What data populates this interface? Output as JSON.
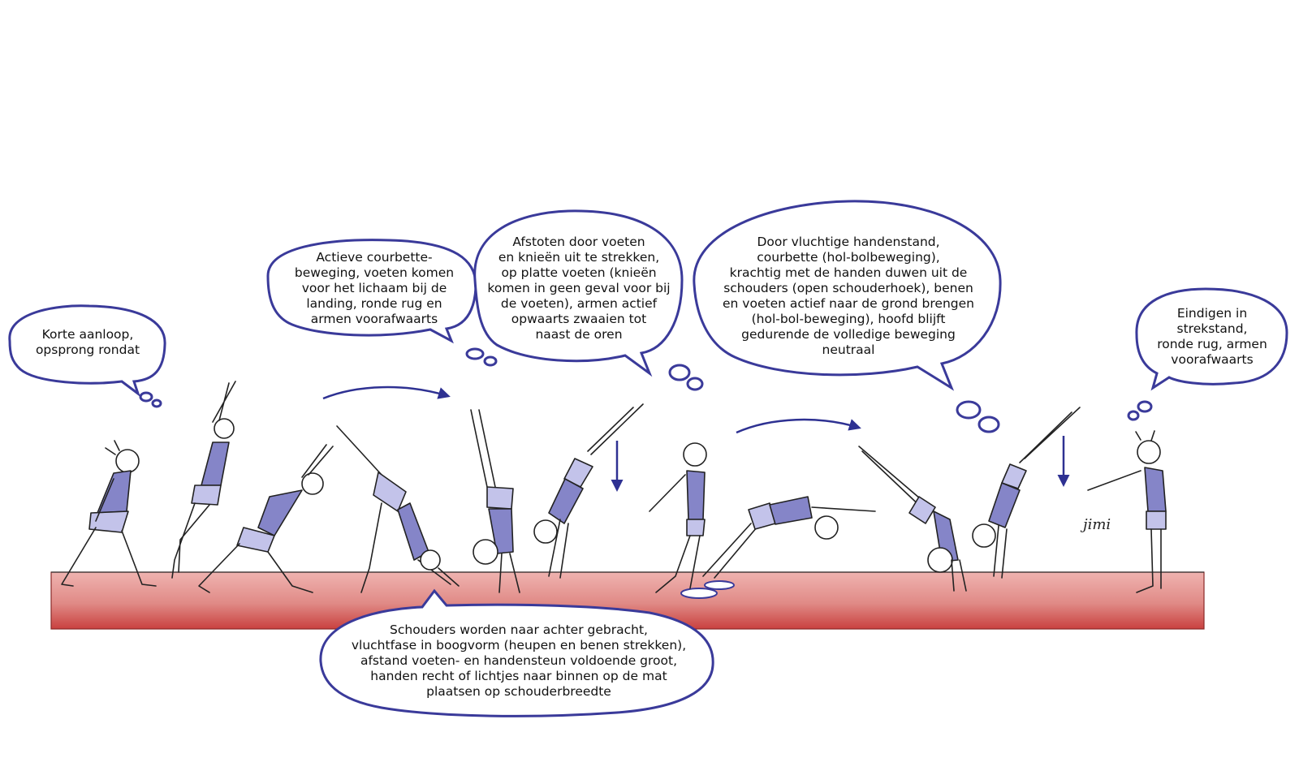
{
  "colors": {
    "bubble_outline": "#3a3a9a",
    "mat_top": "#efb3b0",
    "mat_bottom": "#c9413f",
    "suit": "#8585c8",
    "shorts": "#c3c3ea",
    "arrow": "#2e3192"
  },
  "bubbles": [
    {
      "id": "korte-aanloop",
      "text": "Korte aanloop,\nopsprong rondat"
    },
    {
      "id": "actieve-courbette",
      "text": "Actieve courbette-\nbeweging, voeten komen\nvoor het lichaam bij de\nlanding,  ronde rug en\narmen voorafwaarts"
    },
    {
      "id": "afstoten",
      "text": "Afstoten door voeten\nen knieën uit te strekken,\nop platte voeten (knieën\nkomen in geen geval voor bij\nde voeten), armen actief\nopwaarts zwaaien tot\nnaast de oren"
    },
    {
      "id": "vluchtige-handenstand",
      "text": "Door vluchtige handenstand,\ncourbette (hol-bolbeweging),\nkrachtig met de handen duwen uit de\nschouders (open schouderhoek), benen\nen voeten actief naar de grond brengen\n(hol-bol-beweging), hoofd blijft\ngedurende de volledige beweging\nneutraal"
    },
    {
      "id": "eindigen",
      "text": "Eindigen in\nstrekstand,\nronde rug, armen\nvoorafwaarts"
    },
    {
      "id": "schouders",
      "text": "Schouders worden naar achter gebracht,\nvluchtfase in boogvorm (heupen en benen strekken),\nafstand voeten- en handensteun voldoende groot,\nhanden recht of lichtjes naar binnen op de mat\nplaatsen op schouderbreedte"
    }
  ],
  "signature": "jimi",
  "icons": [
    "thought-bubble",
    "curved-arrow",
    "down-arrow",
    "gymnast-figure",
    "foot-placement-marker"
  ]
}
